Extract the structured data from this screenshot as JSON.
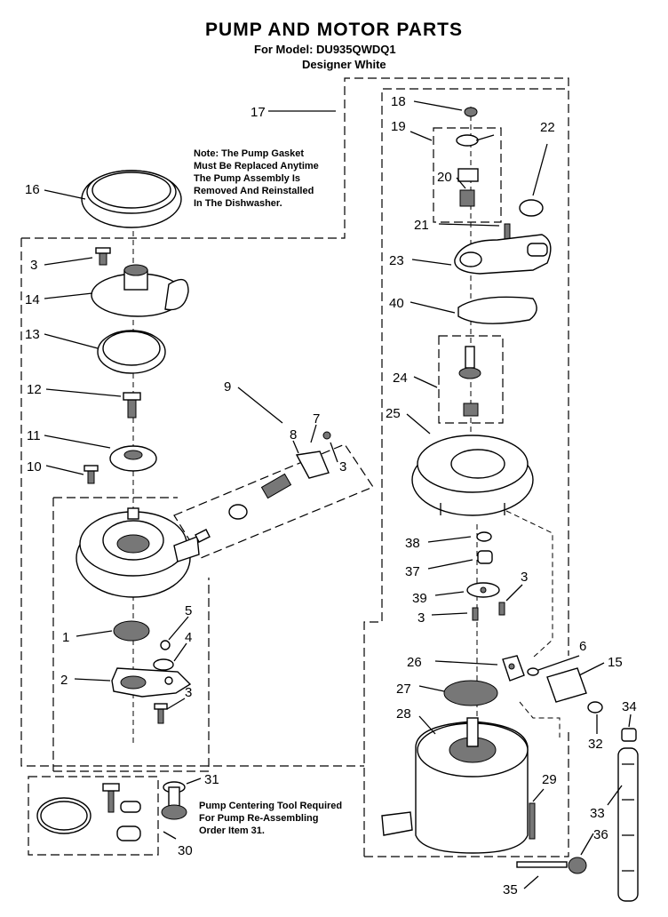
{
  "header": {
    "title": "PUMP AND MOTOR PARTS",
    "model_line": "For Model: DU935QWDQ1",
    "color_line": "Designer White"
  },
  "notes": {
    "gasket": "Note: The Pump Gasket\nMust Be Replaced Anytime\nThe Pump Assembly Is\nRemoved And Reinstalled\nIn The Dishwasher.",
    "tool": "Pump Centering Tool Required\nFor Pump Re-Assembling\nOrder Item 31."
  },
  "labels": {
    "l1": "1",
    "l2": "2",
    "l3a": "3",
    "l3b": "3",
    "l3c": "3",
    "l3d": "3",
    "l3e": "3",
    "l4": "4",
    "l5": "5",
    "l6": "6",
    "l7": "7",
    "l8": "8",
    "l9": "9",
    "l10": "10",
    "l11": "11",
    "l12": "12",
    "l13": "13",
    "l14": "14",
    "l15": "15",
    "l16": "16",
    "l17": "17",
    "l18": "18",
    "l19": "19",
    "l20": "20",
    "l21": "21",
    "l22": "22",
    "l23": "23",
    "l24": "24",
    "l25": "25",
    "l26": "26",
    "l27": "27",
    "l28": "28",
    "l29": "29",
    "l30": "30",
    "l31": "31",
    "l32": "32",
    "l33": "33",
    "l34": "34",
    "l35": "35",
    "l36": "36",
    "l37": "37",
    "l38": "38",
    "l39": "39",
    "l40": "40"
  }
}
